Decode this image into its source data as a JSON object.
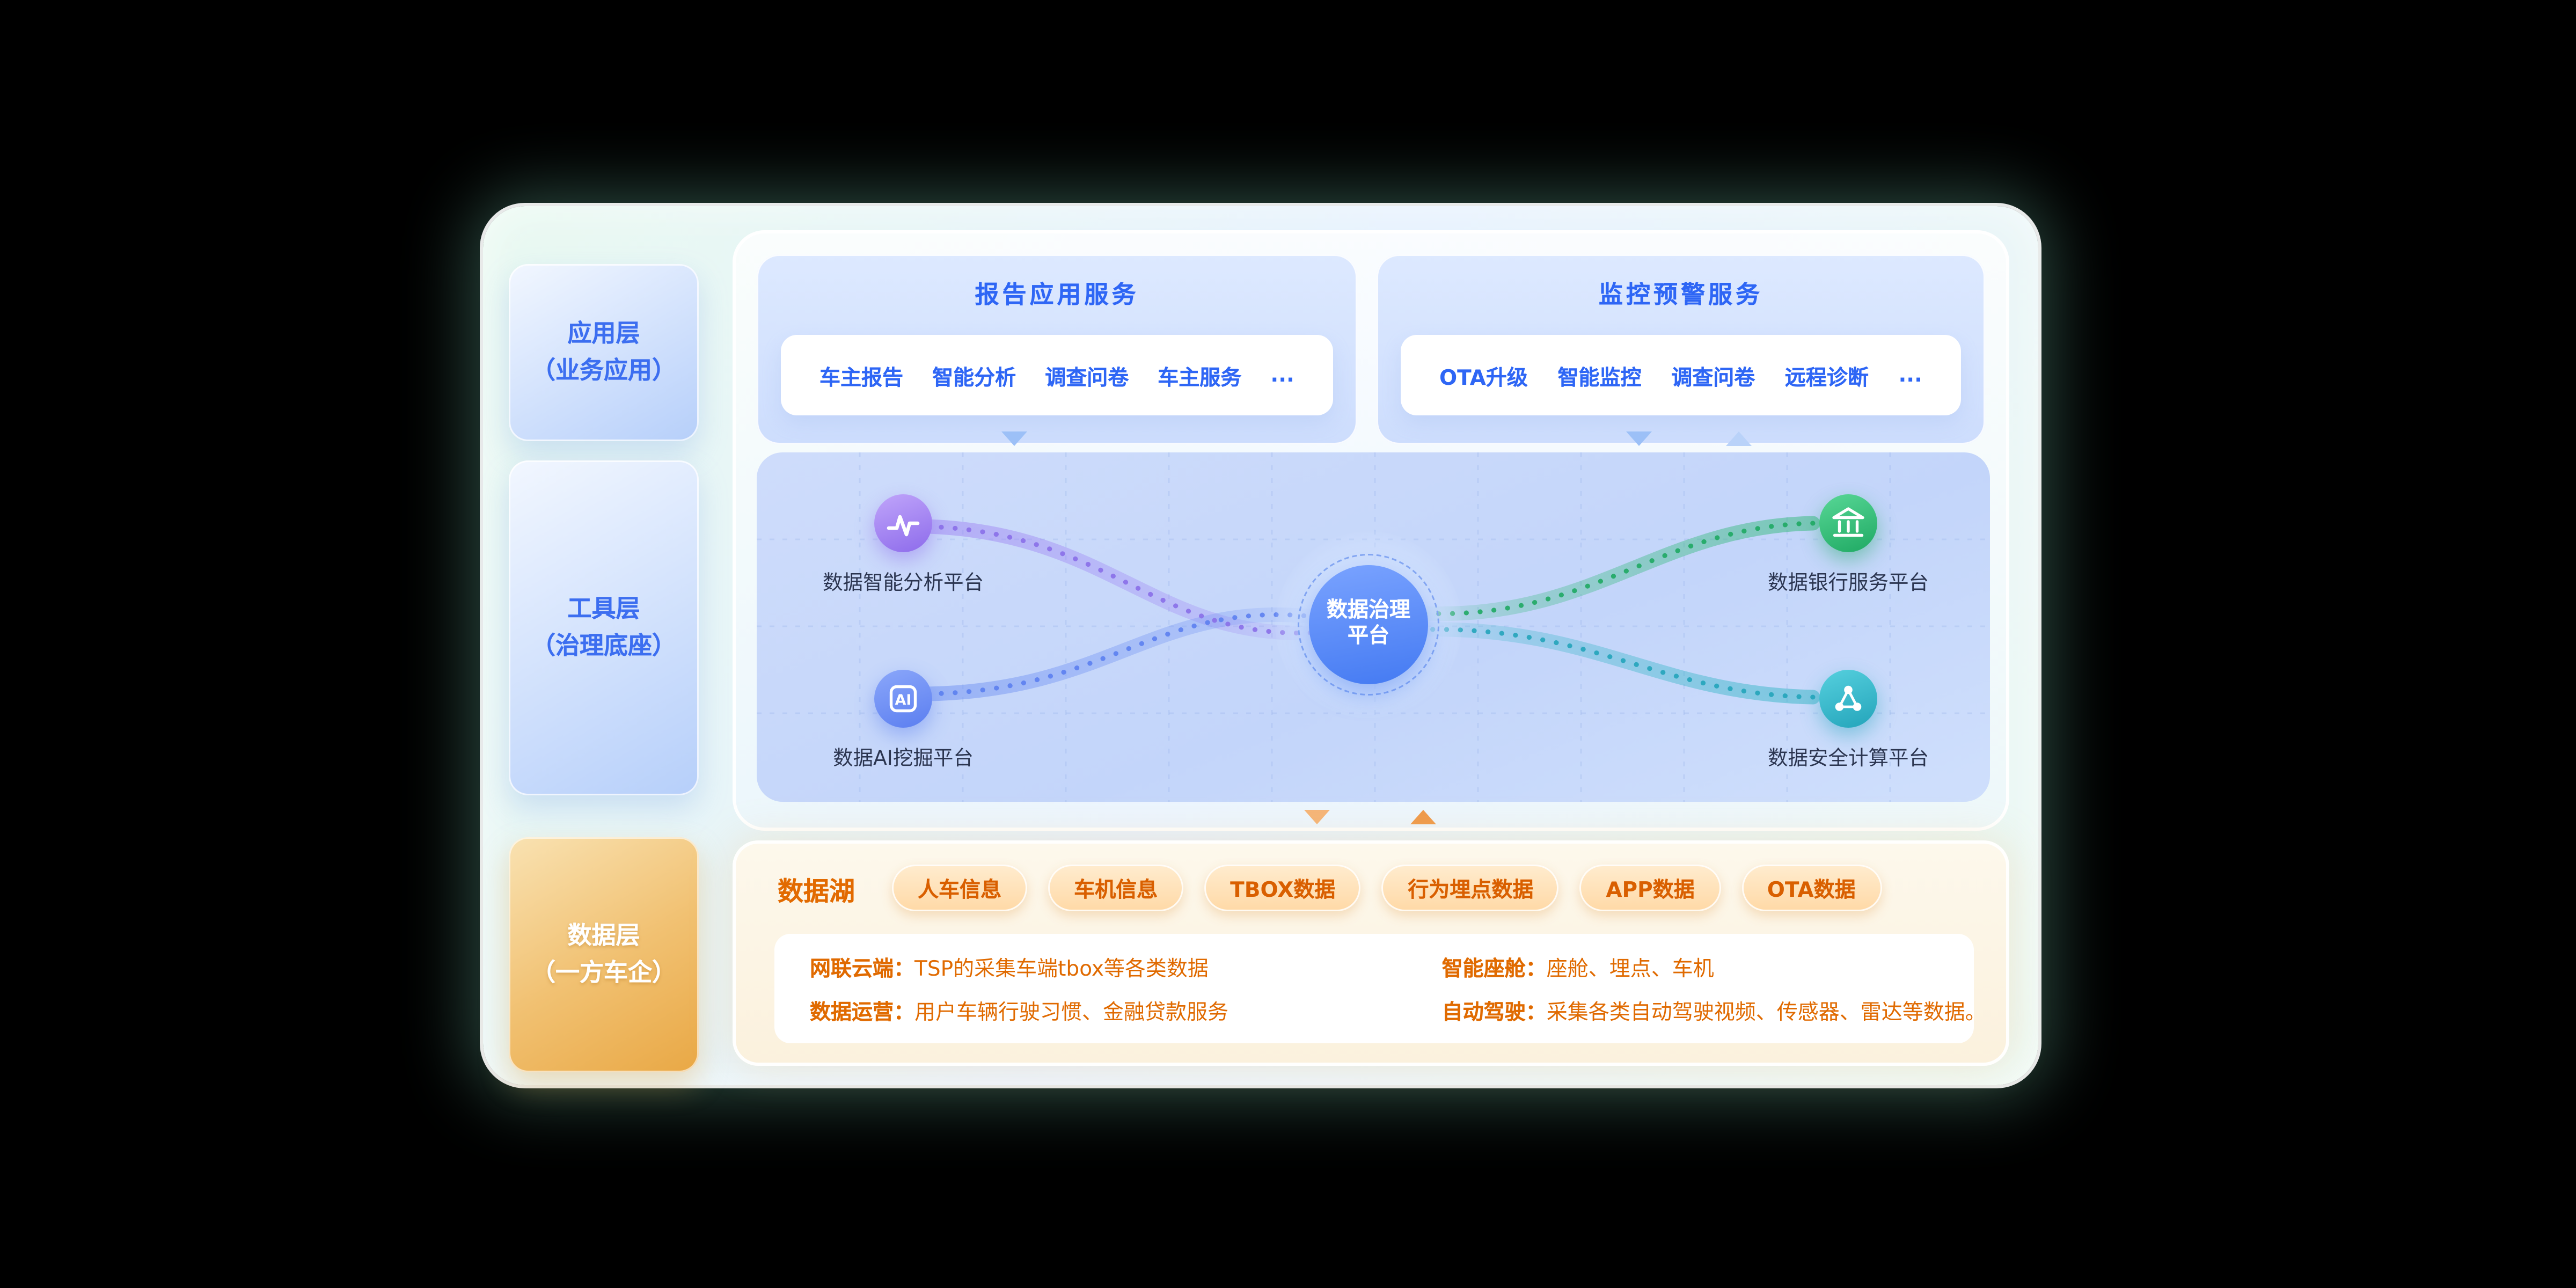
{
  "layers": [
    {
      "title": "应用层",
      "subtitle": "（业务应用）"
    },
    {
      "title": "工具层",
      "subtitle": "（治理底座）"
    },
    {
      "title": "数据层",
      "subtitle": "（一方车企）"
    }
  ],
  "services": [
    {
      "title": "报告应用服务",
      "items": [
        "车主报告",
        "智能分析",
        "调查问卷",
        "车主服务",
        "..."
      ]
    },
    {
      "title": "监控预警服务",
      "items": [
        "OTA升级",
        "智能监控",
        "调查问卷",
        "远程诊断",
        "..."
      ]
    }
  ],
  "hub": {
    "line1": "数据治理",
    "line2": "平台"
  },
  "nodes": [
    {
      "label": "数据智能分析平台"
    },
    {
      "label": "数据AI挖掘平台",
      "icon_text": "AI"
    },
    {
      "label": "数据银行服务平台"
    },
    {
      "label": "数据安全计算平台"
    }
  ],
  "lake": {
    "title": "数据湖",
    "tags": [
      "人车信息",
      "车机信息",
      "TBOX数据",
      "行为埋点数据",
      "APP数据",
      "OTA数据"
    ],
    "details": [
      {
        "label": "网联云端：",
        "text": "TSP的采集车端tbox等各类数据"
      },
      {
        "label": "数据运营：",
        "text": "用户车辆行驶习惯、金融贷款服务"
      },
      {
        "label": "智能座舱：",
        "text": "座舱、埋点、车机"
      },
      {
        "label": "自动驾驶：",
        "text": "采集各类自动驾驶视频、传感器、雷达等数据。"
      }
    ]
  },
  "colors": {
    "blue_accent": "#2e66f5",
    "orange_accent": "#e06a00",
    "purple_node": "#8d6beb",
    "blue_node": "#5b7ef0",
    "green_node": "#1fa963",
    "teal_node": "#23a4ba"
  }
}
